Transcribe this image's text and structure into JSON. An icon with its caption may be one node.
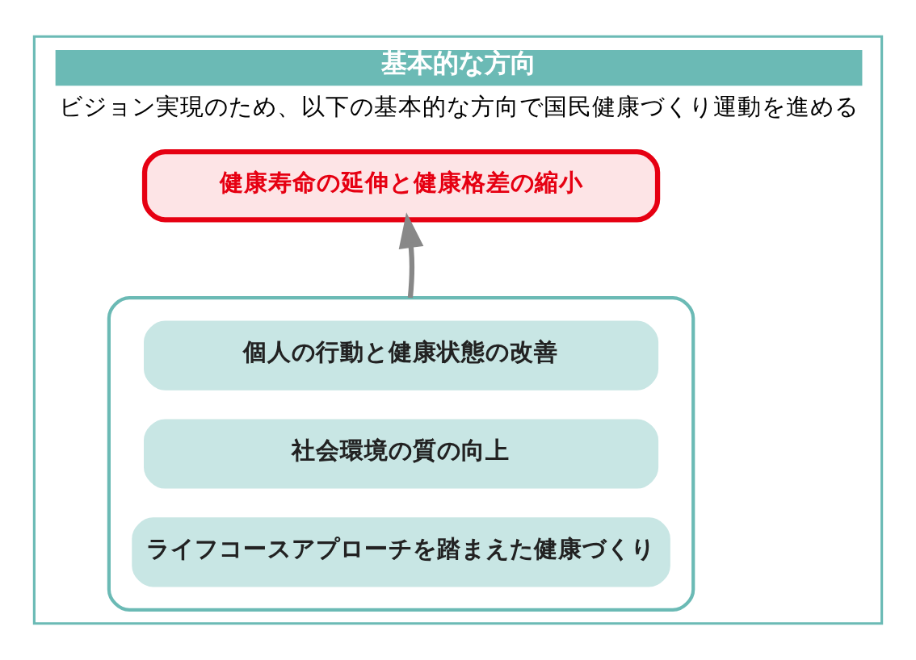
{
  "diagram": {
    "nodes": [
      {
        "text": [
          "基本的な方向",
          "ビジョン実現のため、以下の基本的な方向で国民健康づくり運動を進める"
        ]
      },
      {
        "text": [
          "健康寿命の延伸と健康格差の縮小"
        ],
        "in": 0
      },
      {
        "text": [],
        "shape": "box",
        "in": 0
      },
      {
        "text": [
          "個人の行動と健康状態の改善"
        ],
        "in": 2
      },
      {
        "text": [
          "社会環境の質の向上"
        ],
        "in": 2
      },
      {
        "text": [
          "ライフコースアプローチを踏まえた健康づくり"
        ],
        "in": 2
      }
    ],
    "edges": [
      {
        "from": 2,
        "to": 1,
        "arrow": "to"
      }
    ]
  }
}
